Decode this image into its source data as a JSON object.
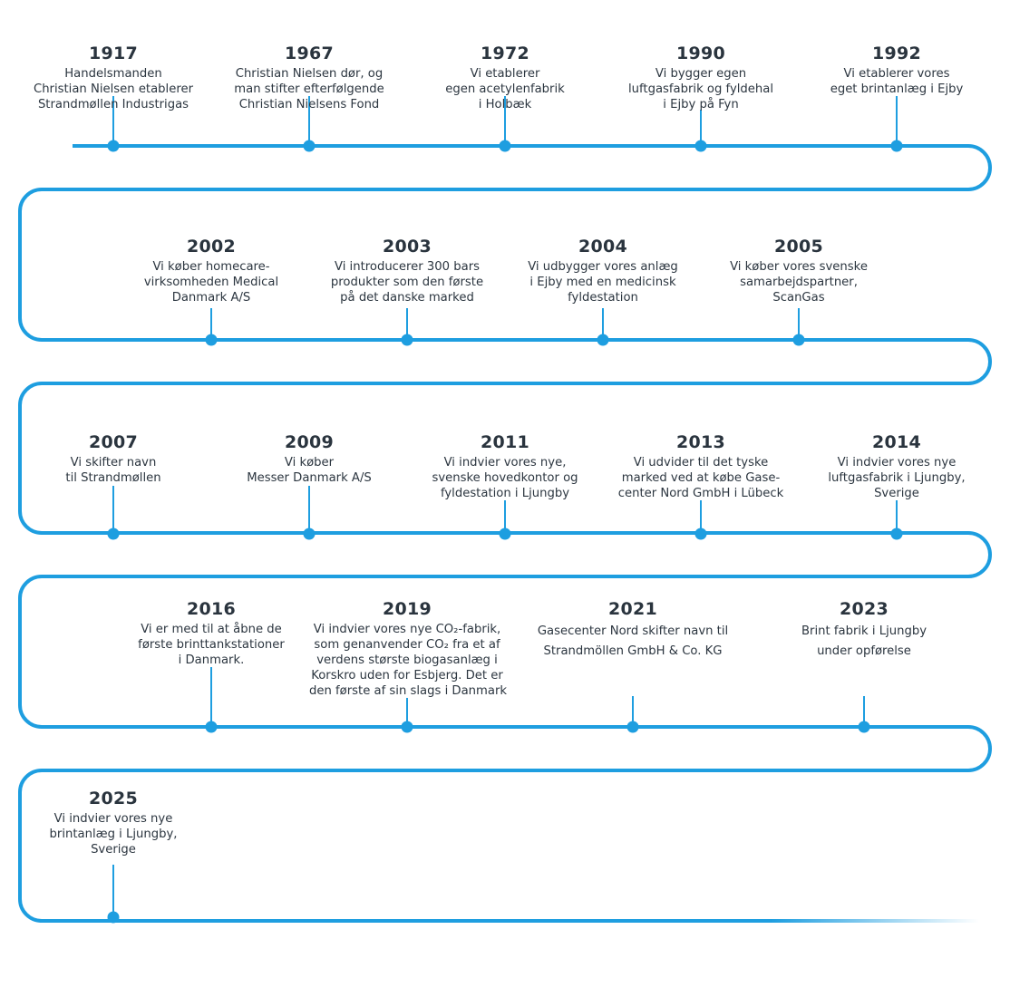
{
  "colors": {
    "line": "#1e9ee0",
    "text": "#2c3640"
  },
  "events": [
    {
      "year": "1917",
      "lines": [
        "Handelsmanden",
        "Christian Nielsen etablerer",
        "Strandmøllen Industrigas"
      ]
    },
    {
      "year": "1967",
      "lines": [
        "Christian Nielsen dør, og",
        "man stifter efterfølgende",
        "Christian Nielsens Fond"
      ]
    },
    {
      "year": "1972",
      "lines": [
        "Vi etablerer",
        "egen acetylenfabrik",
        "i Holbæk"
      ]
    },
    {
      "year": "1990",
      "lines": [
        "Vi bygger egen",
        "luftgasfabrik og fyldehal",
        "i Ejby på Fyn"
      ]
    },
    {
      "year": "1992",
      "lines": [
        "Vi etablerer vores",
        "eget brintanlæg i Ejby"
      ]
    },
    {
      "year": "2002",
      "lines": [
        "Vi køber homecare-",
        "virksomheden Medical",
        "Danmark A/S"
      ]
    },
    {
      "year": "2003",
      "lines": [
        "Vi introducerer 300 bars",
        "produkter som den første",
        "på det danske marked"
      ]
    },
    {
      "year": "2004",
      "lines": [
        "Vi udbygger vores anlæg",
        "i Ejby med en medicinsk",
        "fyldestation"
      ]
    },
    {
      "year": "2005",
      "lines": [
        "Vi køber vores svenske",
        "samarbejdspartner,",
        "ScanGas"
      ]
    },
    {
      "year": "2007",
      "lines": [
        "Vi skifter navn",
        "til Strandmøllen"
      ]
    },
    {
      "year": "2009",
      "lines": [
        "Vi køber",
        "Messer Danmark A/S"
      ]
    },
    {
      "year": "2011",
      "lines": [
        "Vi indvier vores nye,",
        "svenske hovedkontor og",
        "fyldestation i Ljungby"
      ]
    },
    {
      "year": "2013",
      "lines": [
        "Vi udvider til det tyske",
        "marked ved at købe Gase-",
        "center Nord GmbH i Lübeck"
      ]
    },
    {
      "year": "2014",
      "lines": [
        "Vi indvier vores nye",
        "luftgasfabrik i Ljungby,",
        "Sverige"
      ]
    },
    {
      "year": "2016",
      "lines": [
        "Vi er med til at åbne de",
        "første brinttankstationer",
        "i Danmark."
      ]
    },
    {
      "year": "2019",
      "lines": [
        "Vi indvier vores nye CO₂-fabrik,",
        "som genanvender CO₂ fra et af",
        "verdens største biogasanlæg i",
        "Korskro uden for Esbjerg. Det er",
        "den første af sin slags i Danmark"
      ]
    },
    {
      "year": "2021",
      "lines": [
        "Gasecenter Nord skifter navn til",
        "Strandmöllen GmbH & Co. KG"
      ]
    },
    {
      "year": "2023",
      "lines": [
        "Brint fabrik i Ljungby",
        "under opførelse"
      ]
    },
    {
      "year": "2025",
      "lines": [
        "Vi indvier vores nye",
        "brintanlæg i Ljungby,",
        "Sverige"
      ]
    }
  ]
}
